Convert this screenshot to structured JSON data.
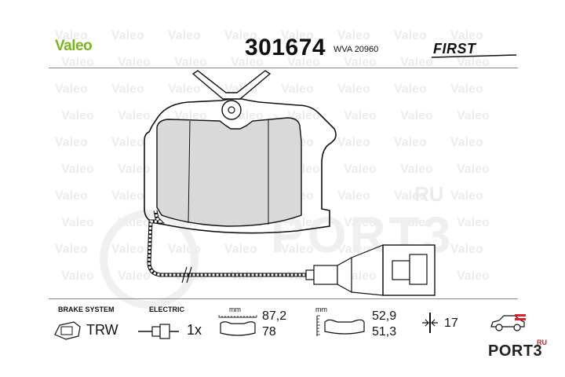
{
  "header": {
    "brand": "Valeo",
    "part_number": "301674",
    "wva": "WVA 20960",
    "product_line": "FIRST"
  },
  "watermarks": {
    "brand_repeat": "Valeo",
    "site": "PORT3",
    "site_suffix": "RU"
  },
  "specs": {
    "brake_system_label": "BRAKE SYSTEM",
    "brake_system_value": "TRW",
    "electric_label": "ELECTRIC",
    "electric_value": "1x",
    "width_unit": "mm",
    "width_values": [
      "87,2",
      "78"
    ],
    "height_unit": "mm",
    "height_values": [
      "52,9",
      "51,3"
    ],
    "thickness_value": "17"
  },
  "footer_logo": {
    "name": "PORT3",
    "suffix": "RU",
    "accent": "#d8232a"
  },
  "colors": {
    "brand": "#7ab51d",
    "rule": "#8a8a8a",
    "pad_fill": "#d9d9d9"
  }
}
